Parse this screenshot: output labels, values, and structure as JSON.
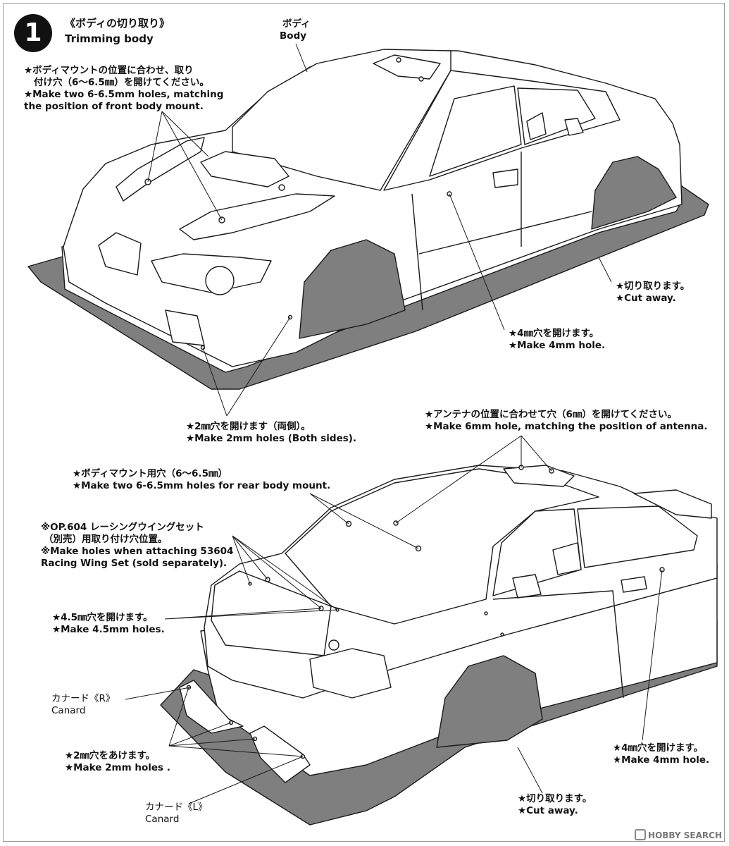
{
  "step": {
    "number": "1",
    "title_jp": "《ボディの切り取り》",
    "title_en": "Trimming body"
  },
  "top_diagram": {
    "body_label_jp": "ボディ",
    "body_label_en": "Body",
    "front_mount_note": {
      "jp_line1": "★ボディマウントの位置に合わせ、取り",
      "jp_line2": "付け穴（6～6.5㎜）を開けてください。",
      "en_line1": "★Make two 6-6.5mm holes, matching",
      "en_line2": "the position of front body mount."
    },
    "cut_away": {
      "jp": "★切り取ります。",
      "en": "★Cut away."
    },
    "hole_4mm": {
      "jp": "★4㎜穴を開けます。",
      "en": "★Make 4mm hole."
    },
    "hole_2mm": {
      "jp": "★2㎜穴を開けます（両側）。",
      "en": "★Make 2mm holes (Both sides)."
    }
  },
  "bottom_diagram": {
    "antenna_note": {
      "jp": "★アンテナの位置に合わせて穴（6㎜）を開けてください。",
      "en": "★Make 6mm hole, matching the position of antenna."
    },
    "rear_mount_note": {
      "jp": "★ボディマウント用穴（6～6.5㎜）",
      "en": "★Make two 6-6.5mm holes for rear body mount."
    },
    "wing_note": {
      "jp_line1": "※OP.604 レーシングウイングセット",
      "jp_line2": "（別売）用取り付け穴位置。",
      "en_line1": "※Make holes when attaching 53604",
      "en_line2": "Racing Wing Set (sold separately)."
    },
    "hole_45mm": {
      "jp": "★4.5㎜穴を開けます。",
      "en": "★Make 4.5mm holes."
    },
    "canard_r": {
      "jp": "カナード《R》",
      "en": "Canard"
    },
    "hole_2mm": {
      "jp": "★2㎜穴をあけます。",
      "en": "★Make 2mm holes ."
    },
    "canard_l": {
      "jp": "カナード《L》",
      "en": "Canard"
    },
    "hole_4mm": {
      "jp": "★4㎜穴を開けます。",
      "en": "★Make 4mm hole."
    },
    "cut_away": {
      "jp": "★切り取ります。",
      "en": "★Cut away."
    }
  },
  "watermark": "HOBBY SEARCH",
  "colors": {
    "cut_area": "#7f7f7f",
    "line": "#1a1a1a",
    "body_fill": "#ffffff"
  }
}
